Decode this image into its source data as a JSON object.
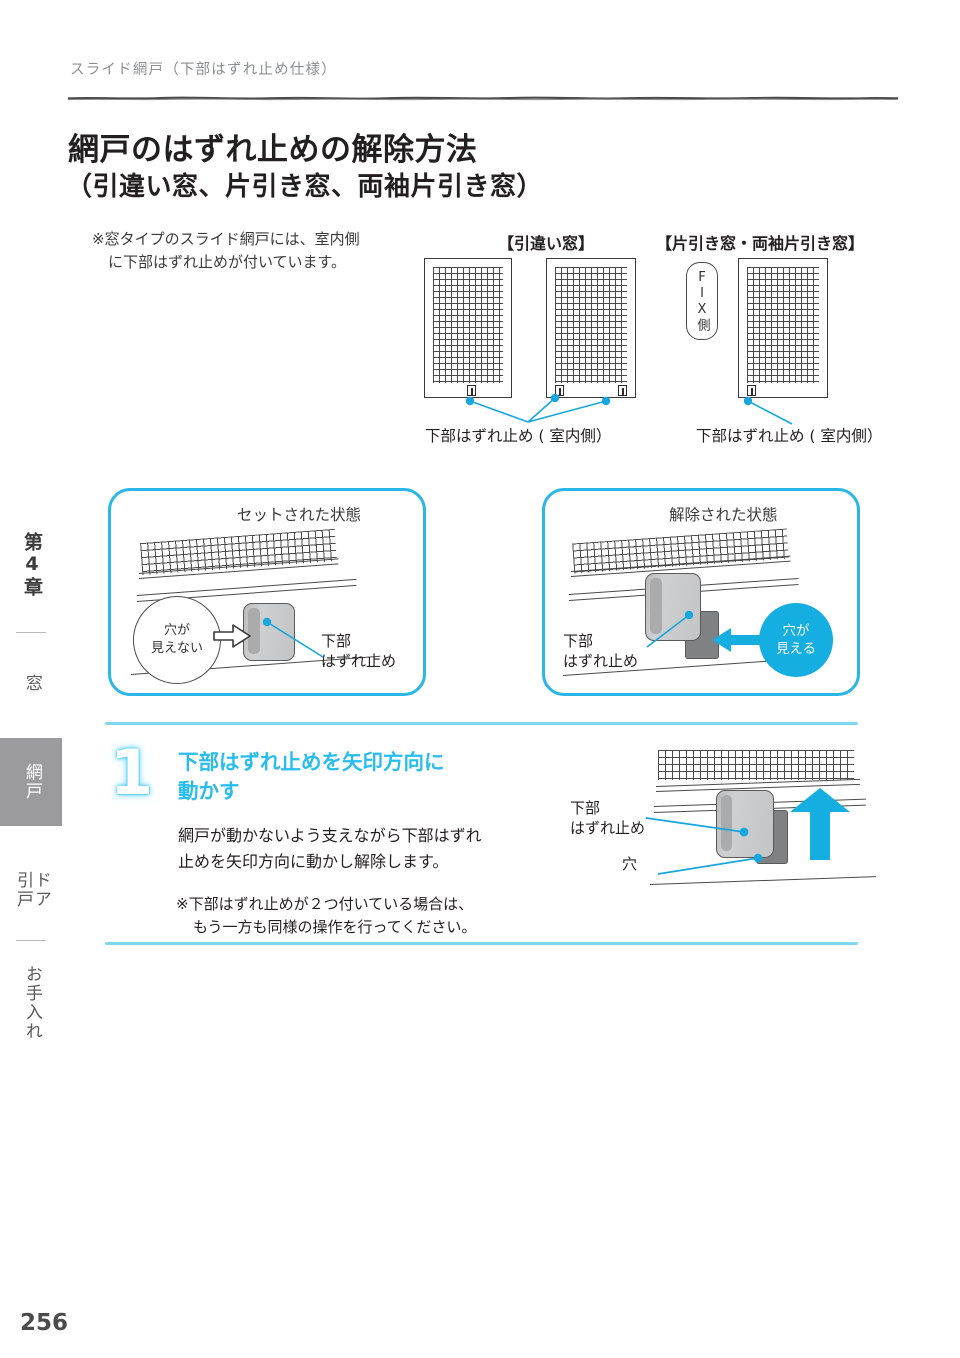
{
  "sidebar": {
    "chapter": "第4章",
    "items": [
      {
        "label": "窓",
        "active": false
      },
      {
        "label": "網戸",
        "active": true
      },
      {
        "label": "ドア\n引戸",
        "active": false
      },
      {
        "label": "お手入れ",
        "active": false
      }
    ]
  },
  "header": {
    "running_head": "スライド網戸（下部はずれ止め仕様）"
  },
  "title": {
    "line1": "網戸のはずれ止めの解除方法",
    "line2": "（引違い窓、片引き窓、両袖片引き窓）"
  },
  "intro_note": {
    "line1": "※窓タイプのスライド網戸には、室内側",
    "line2": "に下部はずれ止めが付いています。"
  },
  "diagram_top": {
    "group_left_label": "【引違い窓】",
    "group_right_label": "【片引き窓・両袖片引き窓】",
    "fix_label": "FIX側",
    "caption_left": "下部はずれ止め ( 室内側）",
    "caption_right": "下部はずれ止め ( 室内側）"
  },
  "state_panels": {
    "left": {
      "title": "セットされた状態",
      "callout": "穴が\n見えない",
      "part_label": "下部\nはずれ止め"
    },
    "right": {
      "title": "解除された状態",
      "callout": "穴が\n見える",
      "part_label": "下部\nはずれ止め"
    }
  },
  "step": {
    "number": "1",
    "heading_line1": "下部はずれ止めを矢印方向に",
    "heading_line2": "動かす",
    "body_line1": "網戸が動かないよう支えながら下部はずれ",
    "body_line2": "止めを矢印方向に動かし解除します。",
    "note_line1": "※下部はずれ止めが２つ付いている場合は、",
    "note_line2": "もう一方も同様の操作を行ってください。",
    "fig_label_part": "下部\nはずれ止め",
    "fig_label_hole": "穴"
  },
  "footer": {
    "page_number": "256"
  },
  "colors": {
    "accent_cyan": "#29b6e8",
    "leader_blue": "#18a6de",
    "callout_solid": "#14aee0",
    "divider": "#7fd8f2",
    "sidebar_active_bg": "#9b9b9e"
  }
}
